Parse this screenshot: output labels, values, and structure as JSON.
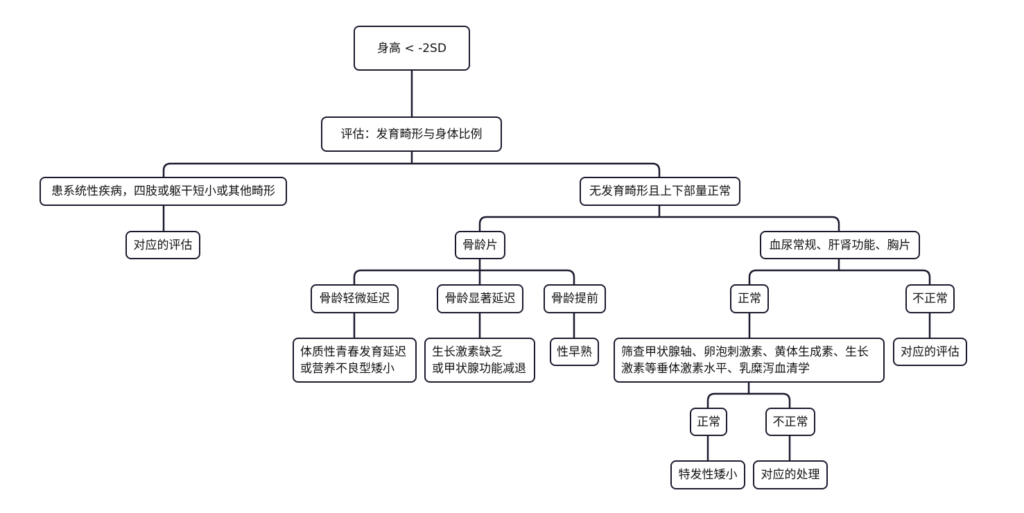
{
  "diagram": {
    "colors": {
      "stroke": "#1a1a2e",
      "text": "#111111",
      "background": "#ffffff"
    },
    "nodes": {
      "root": "身高 < -2SD",
      "assess": "评估：发育畸形与身体比例",
      "disease": "患系统性疾病，四肢或躯干短小或其他畸形",
      "eval1": "对应的评估",
      "nodeform": "无发育畸形且上下部量正常",
      "xray": "骨龄片",
      "labs": "血尿常规、肝肾功能、胸片",
      "mild": "骨龄轻微延迟",
      "marked": "骨龄显著延迟",
      "advanced": "骨龄提前",
      "constitutional_l1": "体质性青春发育延迟",
      "constitutional_l2": "或营养不良型矮小",
      "gh_l1": "生长激素缺乏",
      "gh_l2": "或甲状腺功能减退",
      "precocious": "性早熟",
      "normal1": "正常",
      "abnormal1": "不正常",
      "screen_l1": "筛查甲状腺轴、卵泡刺激素、黄体生成素、生长",
      "screen_l2": "激素等垂体激素水平、乳糜泻血清学",
      "eval2": "对应的评估",
      "normal2": "正常",
      "abnormal2": "不正常",
      "idiopathic": "特发性矮小",
      "treat": "对应的处理"
    }
  }
}
